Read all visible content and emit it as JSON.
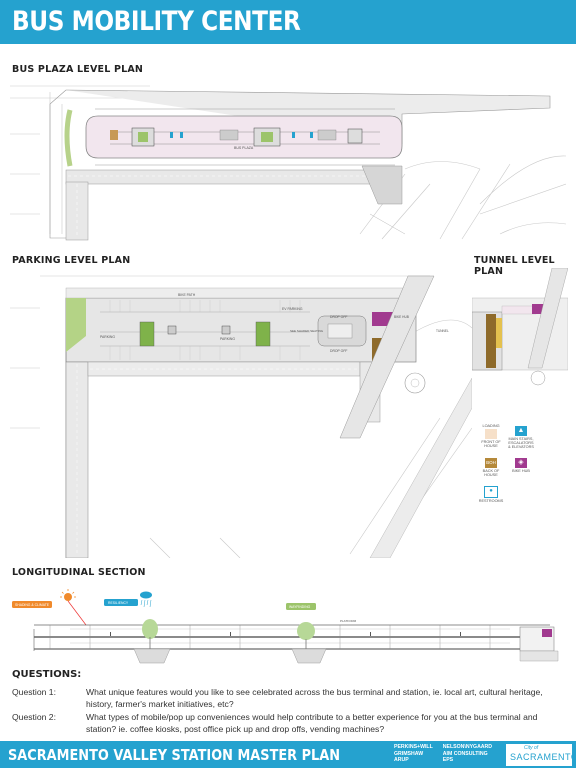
{
  "header": {
    "title": "BUS MOBILITY CENTER"
  },
  "sections": {
    "bus_plaza": "BUS PLAZA LEVEL PLAN",
    "parking": "PARKING LEVEL PLAN",
    "tunnel": "TUNNEL LEVEL PLAN",
    "longitudinal": "LONGITUDINAL SECTION"
  },
  "plan_labels": {
    "bus_plaza": "BUS PLAZA",
    "bike_path": "BIKE PATH",
    "ev_parking": "EV PARKING",
    "parking_1": "PARKING",
    "parking_2": "PARKING",
    "drop_off_1": "DROP OFF",
    "drop_off_2": "DROP OFF",
    "bike_hub": "BIKE HUB",
    "tunnel": "TUNNEL",
    "shaded_seating": "SEE SHADED SEATING"
  },
  "legend": {
    "loading": "LOADING",
    "front_of_house": "FRONT OF HOUSE",
    "main_stairs": "MAIN STAIRS, ESCALATORS & ELEVATORS",
    "back_of_house_code": "BOH",
    "back_of_house": "BACK OF HOUSE",
    "bike_hub": "BIKE HUB",
    "restrooms": "RESTROOMS"
  },
  "section_tags": {
    "shading": "SHADING & CLIMATE",
    "resiliency": "RESILIENCY",
    "wayfinding": "WAYFINDING",
    "platform": "PLATFORM"
  },
  "questions": {
    "heading": "QUESTIONS:",
    "items": [
      {
        "label": "Question 1:",
        "text": "What unique features would you like to see celebrated across the bus terminal and station, ie. local art, cultural heritage, history, farmer's market initiatives, etc?"
      },
      {
        "label": "Question 2:",
        "text": "What types of mobile/pop up conveniences would help contribute to a better experience for you at the bus terminal and station? ie. coffee kiosks, post office pick up and drop offs, vending machines?"
      }
    ]
  },
  "footer": {
    "title": "SACRAMENTO VALLEY STATION MASTER PLAN",
    "partners_col1": [
      "PERKINS+WILL",
      "GRIMSHAW",
      "ARUP"
    ],
    "partners_col2": [
      "NELSON\\NYGAARD",
      "AIM CONSULTING",
      "EPS"
    ],
    "city_small": "City of",
    "city_big": "SACRAMENTO"
  },
  "colors": {
    "brand_blue": "#25a2cf",
    "plaza_pink": "#f2e6ee",
    "green": "#9cc46a",
    "purple": "#a13a8f",
    "tan": "#c79955",
    "brown": "#8e6a2a",
    "orange": "#f08a2c"
  }
}
